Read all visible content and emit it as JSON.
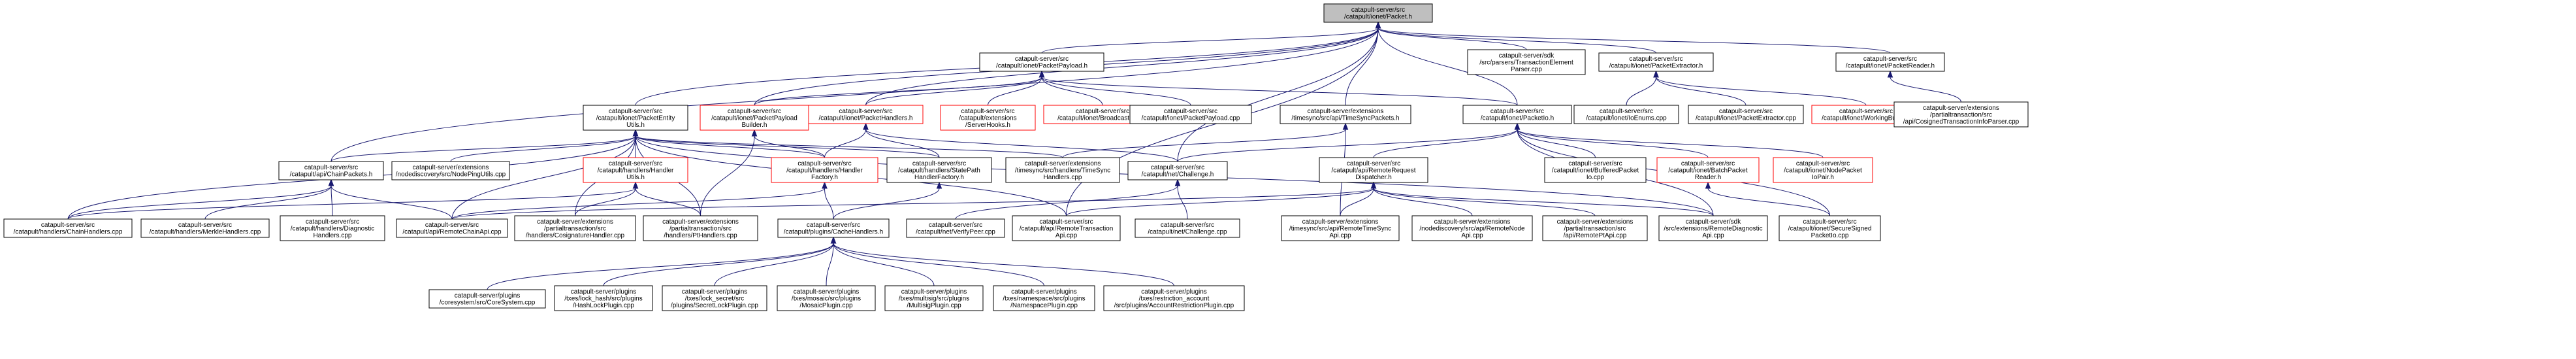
{
  "root": "n0",
  "nodes": [
    {
      "id": "n0",
      "lines": [
        "catapult-server/src",
        "/catapult/ionet/Packet.h"
      ],
      "style": "root"
    },
    {
      "id": "n1",
      "lines": [
        "catapult-server/src",
        "/catapult/ionet/PacketPayload.h"
      ],
      "style": "black"
    },
    {
      "id": "n2",
      "lines": [
        "catapult-server/sdk",
        "/src/parsers/TransactionElement",
        "Parser.cpp"
      ],
      "style": "black"
    },
    {
      "id": "n3",
      "lines": [
        "catapult-server/src",
        "/catapult/ionet/PacketExtractor.h"
      ],
      "style": "black"
    },
    {
      "id": "n4",
      "lines": [
        "catapult-server/src",
        "/catapult/ionet/PacketReader.h"
      ],
      "style": "black"
    },
    {
      "id": "n5",
      "lines": [
        "catapult-server/src",
        "/catapult/ionet/PacketEntity",
        "Utils.h"
      ],
      "style": "black"
    },
    {
      "id": "n6",
      "lines": [
        "catapult-server/src",
        "/catapult/ionet/PacketPayload",
        "Builder.h"
      ],
      "style": "red"
    },
    {
      "id": "n7",
      "lines": [
        "catapult-server/src",
        "/catapult/ionet/PacketHandlers.h"
      ],
      "style": "red"
    },
    {
      "id": "n8",
      "lines": [
        "catapult-server/src",
        "/catapult/extensions",
        "/ServerHooks.h"
      ],
      "style": "red"
    },
    {
      "id": "n9",
      "lines": [
        "catapult-server/src",
        "/catapult/ionet/BroadcastUtils.h"
      ],
      "style": "red"
    },
    {
      "id": "n10",
      "lines": [
        "catapult-server/src",
        "/catapult/ionet/PacketPayload.cpp"
      ],
      "style": "black"
    },
    {
      "id": "n11",
      "lines": [
        "catapult-server/extensions",
        "/timesync/src/api/TimeSyncPackets.h"
      ],
      "style": "black"
    },
    {
      "id": "n12",
      "lines": [
        "catapult-server/src",
        "/catapult/ionet/PacketIo.h"
      ],
      "style": "black"
    },
    {
      "id": "n13",
      "lines": [
        "catapult-server/src",
        "/catapult/ionet/IoEnums.cpp"
      ],
      "style": "black"
    },
    {
      "id": "n14",
      "lines": [
        "catapult-server/src",
        "/catapult/ionet/PacketExtractor.cpp"
      ],
      "style": "black"
    },
    {
      "id": "n15",
      "lines": [
        "catapult-server/src",
        "/catapult/ionet/WorkingBuffer.h"
      ],
      "style": "red"
    },
    {
      "id": "n16",
      "lines": [
        "catapult-server/extensions",
        "/partialtransaction/src",
        "/api/CosignedTransactionInfoParser.cpp"
      ],
      "style": "black"
    },
    {
      "id": "n17",
      "lines": [
        "catapult-server/src",
        "/catapult/api/ChainPackets.h"
      ],
      "style": "black"
    },
    {
      "id": "n18",
      "lines": [
        "catapult-server/extensions",
        "/nodediscovery/src/NodePingUtils.cpp"
      ],
      "style": "black"
    },
    {
      "id": "n19",
      "lines": [
        "catapult-server/src",
        "/catapult/handlers/Handler",
        "Utils.h"
      ],
      "style": "red"
    },
    {
      "id": "n20",
      "lines": [
        "catapult-server/src",
        "/catapult/handlers/Handler",
        "Factory.h"
      ],
      "style": "red"
    },
    {
      "id": "n21",
      "lines": [
        "catapult-server/src",
        "/catapult/handlers/StatePath",
        "HandlerFactory.h"
      ],
      "style": "black"
    },
    {
      "id": "n22",
      "lines": [
        "catapult-server/extensions",
        "/timesync/src/handlers/TimeSync",
        "Handlers.cpp"
      ],
      "style": "black"
    },
    {
      "id": "n23",
      "lines": [
        "catapult-server/src",
        "/catapult/net/Challenge.h"
      ],
      "style": "black"
    },
    {
      "id": "n24",
      "lines": [
        "catapult-server/src",
        "/catapult/api/RemoteRequest",
        "Dispatcher.h"
      ],
      "style": "black"
    },
    {
      "id": "n25",
      "lines": [
        "catapult-server/src",
        "/catapult/ionet/BufferedPacket",
        "Io.cpp"
      ],
      "style": "black"
    },
    {
      "id": "n26",
      "lines": [
        "catapult-server/src",
        "/catapult/ionet/BatchPacket",
        "Reader.h"
      ],
      "style": "red"
    },
    {
      "id": "n27",
      "lines": [
        "catapult-server/src",
        "/catapult/ionet/NodePacket",
        "IoPair.h"
      ],
      "style": "red"
    },
    {
      "id": "n28",
      "lines": [
        "catapult-server/src",
        "/catapult/handlers/ChainHandlers.cpp"
      ],
      "style": "black"
    },
    {
      "id": "n29",
      "lines": [
        "catapult-server/src",
        "/catapult/handlers/MerkleHandlers.cpp"
      ],
      "style": "black"
    },
    {
      "id": "n30",
      "lines": [
        "catapult-server/src",
        "/catapult/handlers/Diagnostic",
        "Handlers.cpp"
      ],
      "style": "black"
    },
    {
      "id": "n31",
      "lines": [
        "catapult-server/src",
        "/catapult/api/RemoteChainApi.cpp"
      ],
      "style": "black"
    },
    {
      "id": "n32",
      "lines": [
        "catapult-server/extensions",
        "/partialtransaction/src",
        "/handlers/CosignatureHandler.cpp"
      ],
      "style": "black"
    },
    {
      "id": "n33",
      "lines": [
        "catapult-server/extensions",
        "/partialtransaction/src",
        "/handlers/PtHandlers.cpp"
      ],
      "style": "black"
    },
    {
      "id": "n34",
      "lines": [
        "catapult-server/src",
        "/catapult/plugins/CacheHandlers.h"
      ],
      "style": "black"
    },
    {
      "id": "n35",
      "lines": [
        "catapult-server/src",
        "/catapult/net/VerifyPeer.cpp"
      ],
      "style": "black"
    },
    {
      "id": "n36",
      "lines": [
        "catapult-server/src",
        "/catapult/api/RemoteTransaction",
        "Api.cpp"
      ],
      "style": "black"
    },
    {
      "id": "n37",
      "lines": [
        "catapult-server/src",
        "/catapult/net/Challenge.cpp"
      ],
      "style": "black"
    },
    {
      "id": "n38",
      "lines": [
        "catapult-server/extensions",
        "/timesync/src/api/RemoteTimeSync",
        "Api.cpp"
      ],
      "style": "black"
    },
    {
      "id": "n39",
      "lines": [
        "catapult-server/extensions",
        "/nodediscovery/src/api/RemoteNode",
        "Api.cpp"
      ],
      "style": "black"
    },
    {
      "id": "n40",
      "lines": [
        "catapult-server/extensions",
        "/partialtransaction/src",
        "/api/RemotePtApi.cpp"
      ],
      "style": "black"
    },
    {
      "id": "n41",
      "lines": [
        "catapult-server/sdk",
        "/src/extensions/RemoteDiagnostic",
        "Api.cpp"
      ],
      "style": "black"
    },
    {
      "id": "n42",
      "lines": [
        "catapult-server/src",
        "/catapult/ionet/SecureSigned",
        "PacketIo.cpp"
      ],
      "style": "black"
    },
    {
      "id": "n43",
      "lines": [
        "catapult-server/plugins",
        "/coresystem/src/CoreSystem.cpp"
      ],
      "style": "black"
    },
    {
      "id": "n44",
      "lines": [
        "catapult-server/plugins",
        "/txes/lock_hash/src/plugins",
        "/HashLockPlugin.cpp"
      ],
      "style": "black"
    },
    {
      "id": "n45",
      "lines": [
        "catapult-server/plugins",
        "/txes/lock_secret/src",
        "/plugins/SecretLockPlugin.cpp"
      ],
      "style": "black"
    },
    {
      "id": "n46",
      "lines": [
        "catapult-server/plugins",
        "/txes/mosaic/src/plugins",
        "/MosaicPlugin.cpp"
      ],
      "style": "black"
    },
    {
      "id": "n47",
      "lines": [
        "catapult-server/plugins",
        "/txes/multisig/src/plugins",
        "/MultisigPlugin.cpp"
      ],
      "style": "black"
    },
    {
      "id": "n48",
      "lines": [
        "catapult-server/plugins",
        "/txes/namespace/src/plugins",
        "/NamespacePlugin.cpp"
      ],
      "style": "black"
    },
    {
      "id": "n49",
      "lines": [
        "catapult-server/plugins",
        "/txes/restriction_account",
        "/src/plugins/AccountRestrictionPlugin.cpp"
      ],
      "style": "black"
    }
  ],
  "edges": [
    [
      "n1",
      "n0"
    ],
    [
      "n2",
      "n0"
    ],
    [
      "n3",
      "n0"
    ],
    [
      "n4",
      "n0"
    ],
    [
      "n5",
      "n0"
    ],
    [
      "n6",
      "n0"
    ],
    [
      "n7",
      "n0"
    ],
    [
      "n11",
      "n0"
    ],
    [
      "n12",
      "n0"
    ],
    [
      "n17",
      "n0"
    ],
    [
      "n23",
      "n0"
    ],
    [
      "n36",
      "n0"
    ],
    [
      "n6",
      "n1"
    ],
    [
      "n7",
      "n1"
    ],
    [
      "n8",
      "n1"
    ],
    [
      "n9",
      "n1"
    ],
    [
      "n10",
      "n1"
    ],
    [
      "n12",
      "n1"
    ],
    [
      "n13",
      "n3"
    ],
    [
      "n14",
      "n3"
    ],
    [
      "n15",
      "n3"
    ],
    [
      "n16",
      "n4"
    ],
    [
      "n17",
      "n5"
    ],
    [
      "n18",
      "n5"
    ],
    [
      "n19",
      "n5"
    ],
    [
      "n20",
      "n5"
    ],
    [
      "n21",
      "n5"
    ],
    [
      "n22",
      "n5"
    ],
    [
      "n28",
      "n5"
    ],
    [
      "n31",
      "n5"
    ],
    [
      "n32",
      "n5"
    ],
    [
      "n33",
      "n5"
    ],
    [
      "n36",
      "n5"
    ],
    [
      "n41",
      "n5"
    ],
    [
      "n20",
      "n6"
    ],
    [
      "n33",
      "n6"
    ],
    [
      "n20",
      "n7"
    ],
    [
      "n21",
      "n7"
    ],
    [
      "n23",
      "n7"
    ],
    [
      "n22",
      "n11"
    ],
    [
      "n38",
      "n11"
    ],
    [
      "n23",
      "n12"
    ],
    [
      "n24",
      "n12"
    ],
    [
      "n25",
      "n12"
    ],
    [
      "n26",
      "n12"
    ],
    [
      "n27",
      "n12"
    ],
    [
      "n41",
      "n12"
    ],
    [
      "n42",
      "n12"
    ],
    [
      "n28",
      "n17"
    ],
    [
      "n29",
      "n17"
    ],
    [
      "n30",
      "n17"
    ],
    [
      "n31",
      "n17"
    ],
    [
      "n28",
      "n19"
    ],
    [
      "n32",
      "n19"
    ],
    [
      "n33",
      "n19"
    ],
    [
      "n31",
      "n20"
    ],
    [
      "n34",
      "n20"
    ],
    [
      "n34",
      "n21"
    ],
    [
      "n35",
      "n23"
    ],
    [
      "n37",
      "n23"
    ],
    [
      "n31",
      "n24"
    ],
    [
      "n36",
      "n24"
    ],
    [
      "n38",
      "n24"
    ],
    [
      "n39",
      "n24"
    ],
    [
      "n40",
      "n24"
    ],
    [
      "n41",
      "n24"
    ],
    [
      "n42",
      "n26"
    ],
    [
      "n43",
      "n34"
    ],
    [
      "n44",
      "n34"
    ],
    [
      "n45",
      "n34"
    ],
    [
      "n46",
      "n34"
    ],
    [
      "n47",
      "n34"
    ],
    [
      "n48",
      "n34"
    ],
    [
      "n49",
      "n34"
    ]
  ]
}
